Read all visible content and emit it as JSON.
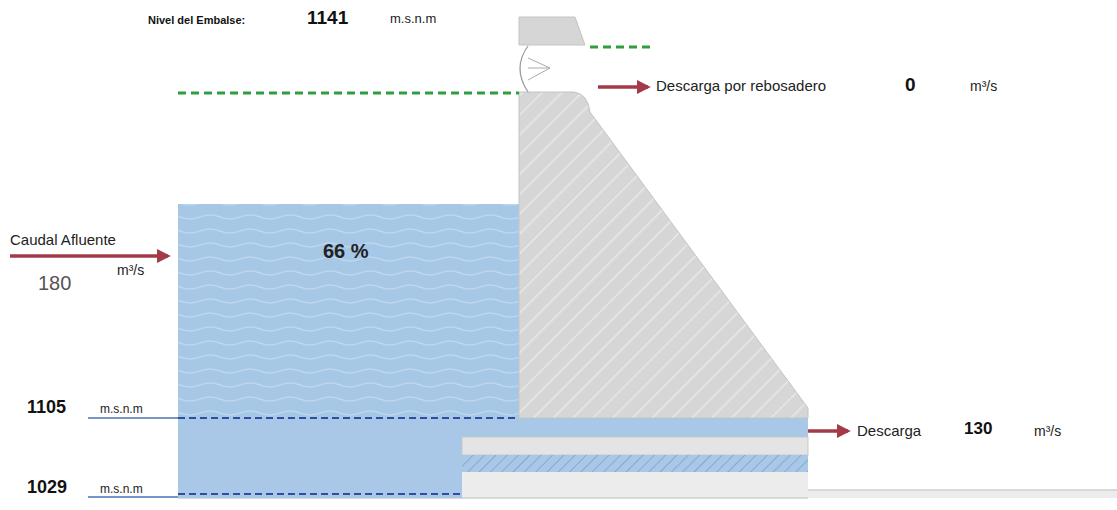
{
  "diagram": {
    "nodes": [
      {
        "text": [
          "66 %"
        ]
      }
    ],
    "labels": [
      "Nivel del Embalse:",
      "1141",
      "m.s.n.m",
      "Descarga por rebosadero",
      "0",
      "m³/s",
      "Caudal Afluente",
      "m³/s",
      "180",
      "1105",
      "m.s.n.m",
      "1029",
      "m.s.n.m",
      "Descarga",
      "130",
      "m³/s"
    ]
  }
}
